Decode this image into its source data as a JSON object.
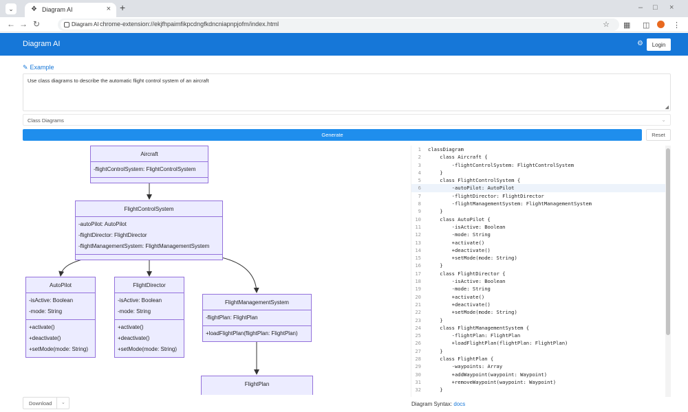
{
  "browser": {
    "tab_title": "Diagram AI",
    "new_tab": "+",
    "url_chip": "Diagram AI",
    "url": "chrome-extension://ekjfhpaimfikpcdngfkdncniapnpjofm/index.html"
  },
  "app": {
    "title": "Diagram AI",
    "login_label": "Login"
  },
  "form": {
    "example_label": "Example",
    "prompt_value": "Use class diagrams to describe the automatic flight control system of an aircraft",
    "diagram_type": "Class Diagrams",
    "generate_label": "Generate",
    "reset_label": "Reset"
  },
  "diagram": {
    "classes": {
      "aircraft": {
        "name": "Aircraft",
        "attributes": [
          "-flightControlSystem: FlightControlSystem"
        ],
        "methods": []
      },
      "fcs": {
        "name": "FlightControlSystem",
        "attributes": [
          "-autoPilot: AutoPilot",
          "-flightDirector: FlightDirector",
          "-flightManagementSystem: FlightManagementSystem"
        ],
        "methods": []
      },
      "autopilot": {
        "name": "AutoPilot",
        "attributes": [
          "-isActive: Boolean",
          "-mode: String"
        ],
        "methods": [
          "+activate()",
          "+deactivate()",
          "+setMode(mode: String)"
        ]
      },
      "director": {
        "name": "FlightDirector",
        "attributes": [
          "-isActive: Boolean",
          "-mode: String"
        ],
        "methods": [
          "+activate()",
          "+deactivate()",
          "+setMode(mode: String)"
        ]
      },
      "fms": {
        "name": "FlightManagementSystem",
        "attributes": [
          "-flightPlan: FlightPlan"
        ],
        "methods": [
          "+loadFlightPlan(flightPlan: FlightPlan)"
        ]
      },
      "plan": {
        "name": "FlightPlan",
        "attributes": [],
        "methods": []
      }
    },
    "download_label": "Download"
  },
  "editor": {
    "lines": [
      "classDiagram",
      "    class Aircraft {",
      "        -flightControlSystem: FlightControlSystem",
      "    }",
      "    class FlightControlSystem {",
      "        -autoPilot: AutoPilot",
      "        -flightDirector: FlightDirector",
      "        -flightManagementSystem: FlightManagementSystem",
      "    }",
      "    class AutoPilot {",
      "        -isActive: Boolean",
      "        -mode: String",
      "        +activate()",
      "        +deactivate()",
      "        +setMode(mode: String)",
      "    }",
      "    class FlightDirector {",
      "        -isActive: Boolean",
      "        -mode: String",
      "        +activate()",
      "        +deactivate()",
      "        +setMode(mode: String)",
      "    }",
      "    class FlightManagementSystem {",
      "        -flightPlan: FlightPlan",
      "        +loadFlightPlan(flightPlan: FlightPlan)",
      "    }",
      "    class FlightPlan {",
      "        -waypoints: Array",
      "        +addWaypoint(waypoint: Waypoint)",
      "        +removeWaypoint(waypoint: Waypoint)",
      "    }"
    ],
    "active_line": 6,
    "syntax_label": "Diagram Syntax:",
    "syntax_link": "docs"
  },
  "colors": {
    "accent": "#1677d8",
    "generate": "#1f8eed",
    "class_fill": "#ececff",
    "class_border": "#9370db"
  }
}
